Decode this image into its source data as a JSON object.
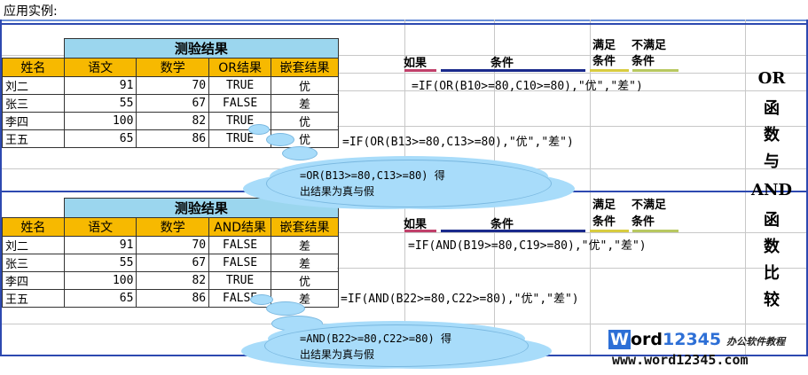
{
  "heading": "应用实例:",
  "tables": [
    {
      "title": "测验结果",
      "headers": [
        "姓名",
        "语文",
        "数学",
        "OR结果",
        "嵌套结果"
      ],
      "rows": [
        {
          "name": "刘二",
          "chinese": "91",
          "math": "70",
          "logic": "TRUE",
          "grade": "优"
        },
        {
          "name": "张三",
          "chinese": "55",
          "math": "67",
          "logic": "FALSE",
          "grade": "差"
        },
        {
          "name": "李四",
          "chinese": "100",
          "math": "82",
          "logic": "TRUE",
          "grade": "优"
        },
        {
          "name": "王五",
          "chinese": "65",
          "math": "86",
          "logic": "TRUE",
          "grade": "优"
        }
      ]
    },
    {
      "title": "测验结果",
      "headers": [
        "姓名",
        "语文",
        "数学",
        "AND结果",
        "嵌套结果"
      ],
      "rows": [
        {
          "name": "刘二",
          "chinese": "91",
          "math": "70",
          "logic": "FALSE",
          "grade": "差"
        },
        {
          "name": "张三",
          "chinese": "55",
          "math": "67",
          "logic": "FALSE",
          "grade": "差"
        },
        {
          "name": "李四",
          "chinese": "100",
          "math": "82",
          "logic": "TRUE",
          "grade": "优"
        },
        {
          "name": "王五",
          "chinese": "65",
          "math": "86",
          "logic": "FALSE",
          "grade": "差"
        }
      ]
    }
  ],
  "legend": {
    "if_label": "如果",
    "cond_label": "条件",
    "meet_line1": "满足",
    "meet_line2": "条件",
    "notmeet_line1": "不满足",
    "notmeet_line2": "条件"
  },
  "formulas": {
    "or_template": "=IF(OR(B10>=80,C10>=80),\"优\",\"差\")",
    "or_row": "=IF(OR(B13>=80,C13>=80),\"优\",\"差\")",
    "and_template": "=IF(AND(B19>=80,C19>=80),\"优\",\"差\")",
    "and_row": "=IF(AND(B22>=80,C22>=80),\"优\",\"差\")"
  },
  "callouts": {
    "or_line1": "=OR(B13>=80,C13>=80)  得",
    "or_line2": "出结果为真与假",
    "and_line1": "=AND(B22>=80,C22>=80)  得",
    "and_line2": "出结果为真与假"
  },
  "side_title": [
    "OR",
    "函",
    "数",
    "与",
    "AND",
    "函",
    "数",
    "比",
    "较"
  ],
  "watermark": {
    "brand_w": "W",
    "brand_rest": "ord",
    "brand_num": "12345",
    "brand_sub": "办公软件教程",
    "url": "www.word12345.com"
  },
  "colors": {
    "title_fill": "#9bd6ee",
    "header_fill": "#f7b900",
    "frame": "#2d49b0",
    "callout_fill": "#a8dcfa"
  }
}
